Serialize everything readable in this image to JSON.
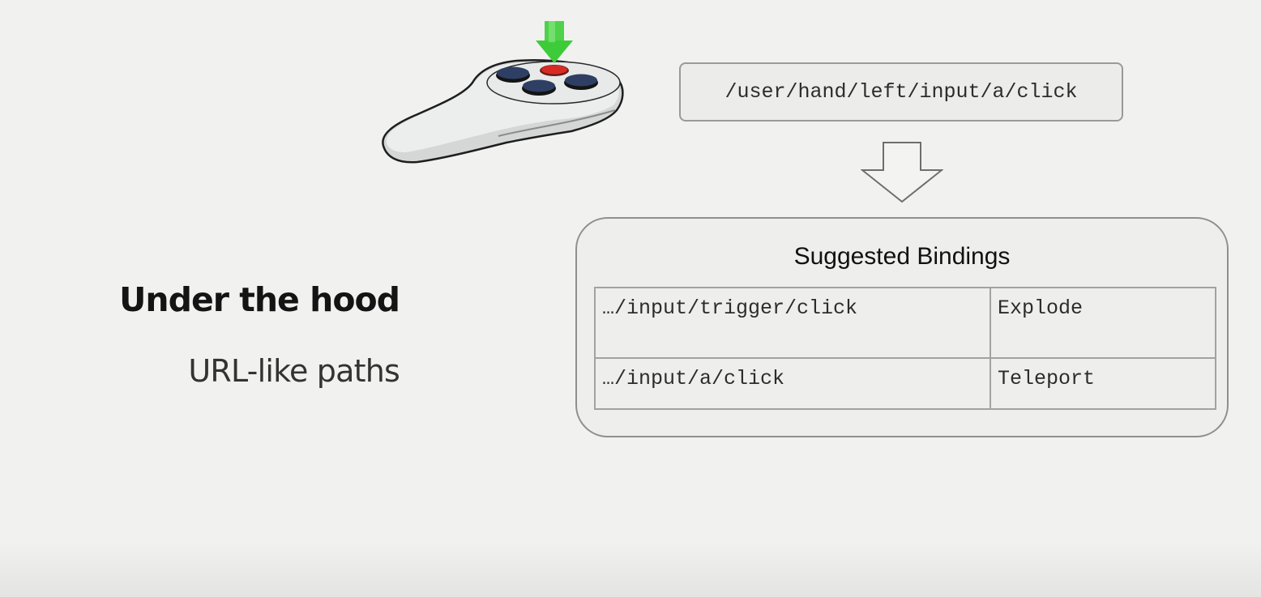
{
  "slide": {
    "title": "Under the hood",
    "subtitle": "URL-like paths"
  },
  "controller": {
    "icon": "vr-controller-icon",
    "press_indicator_icon": "green-down-arrow-icon",
    "pressed_button_color": "#d62b25",
    "indicator_color": "#3ecb3a"
  },
  "input_path": "/user/hand/left/input/a/click",
  "flow_arrow_icon": "down-arrow-icon",
  "suggested_bindings": {
    "heading": "Suggested Bindings",
    "rows": [
      {
        "path": "…/input/trigger/click",
        "action": "Explode"
      },
      {
        "path": "…/input/a/click",
        "action": "Teleport"
      }
    ]
  }
}
